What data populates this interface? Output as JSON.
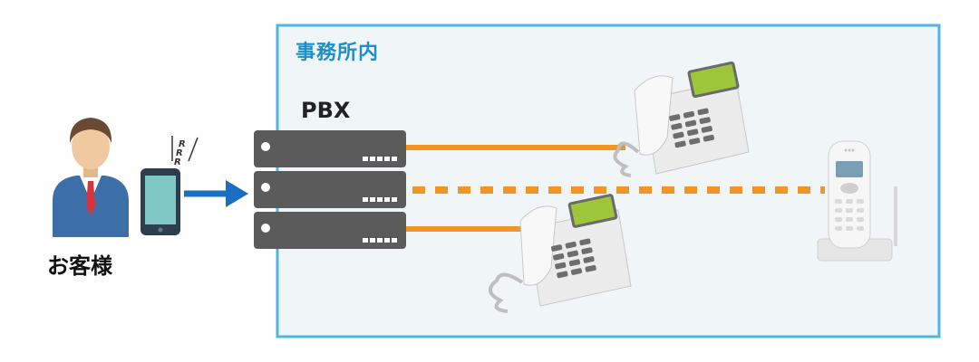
{
  "office": {
    "label": "事務所内"
  },
  "pbx": {
    "label": "PBX"
  },
  "customer": {
    "label": "お客様"
  },
  "ring": {
    "letters": [
      "R",
      "R",
      "R"
    ]
  },
  "colors": {
    "office_border": "#4fb6e0",
    "office_fill": "#f0f6f8",
    "office_text": "#1d8fc9",
    "line": "#f39424",
    "arrow": "#1a6fc2",
    "server": "#5b5b5b"
  },
  "icons": [
    "person-icon",
    "smartphone-icon",
    "pbx-server-icon",
    "desk-phone-icon",
    "cordless-phone-icon",
    "arrow-right-icon"
  ]
}
